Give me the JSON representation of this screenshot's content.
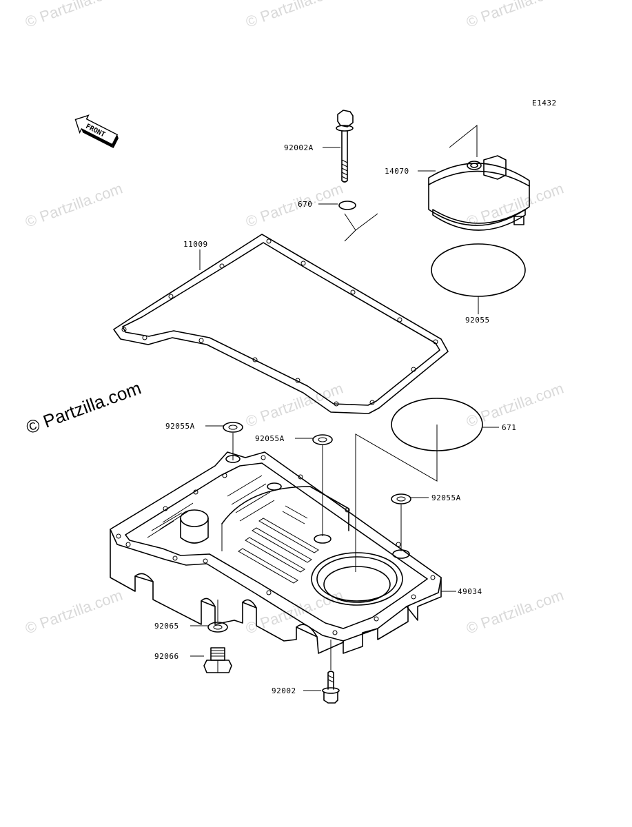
{
  "diagram": {
    "code": "E1432",
    "front_label": "FRONT",
    "watermark": "© Partzilla.com",
    "callouts": {
      "bolt_top": "92002A",
      "oring_small": "670",
      "oil_pan_gasket": "11009",
      "filter_cover": "14070",
      "oring_large": "92055",
      "oring_671": "671",
      "washer_1": "92055A",
      "washer_2": "92055A",
      "washer_3": "92055A",
      "oil_pan": "49034",
      "drain_washer": "92065",
      "drain_plug": "92066",
      "bolt_bottom": "92002"
    }
  }
}
